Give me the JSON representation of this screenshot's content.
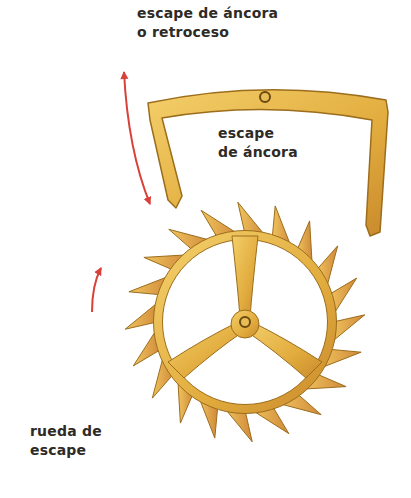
{
  "diagram": {
    "labels": [
      "escape de áncora o retroceso",
      "escape de áncora",
      "rueda de escape"
    ]
  }
}
